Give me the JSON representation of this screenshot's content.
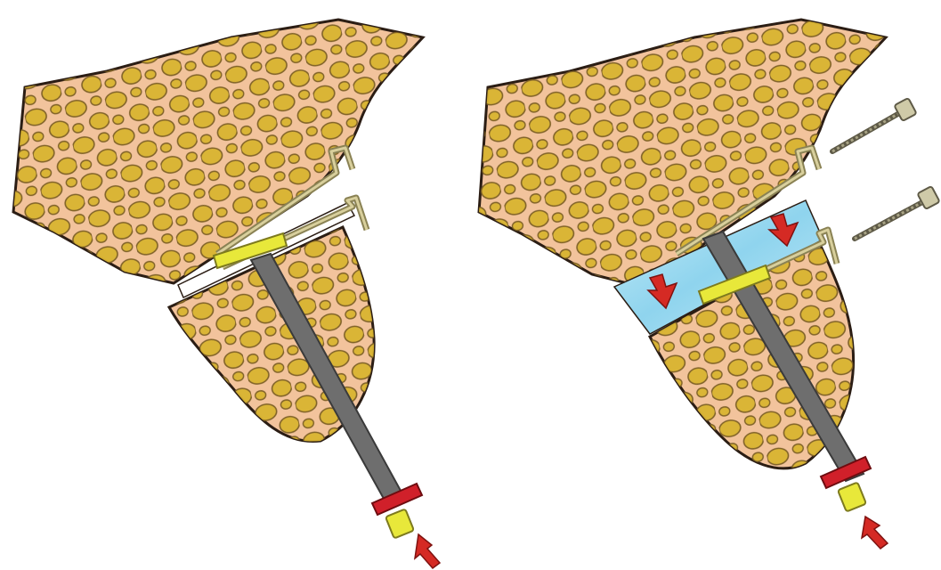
{
  "figure": {
    "panels": [
      {
        "id": "left",
        "state": "before-distraction",
        "distraction_gap_visible": false,
        "screws_shown": false
      },
      {
        "id": "right",
        "state": "after-distraction",
        "distraction_gap_visible": true,
        "screws_shown": true
      }
    ]
  },
  "colors": {
    "bone": "#f2c39c",
    "bone_outline": "#2b1d14",
    "cancellous_spot": "#d9b431",
    "cancellous_spot_edge": "#7a5d22",
    "rod": "#6e6e6e",
    "rod_edge": "#3a3a3a",
    "plate": "#e8e83a",
    "plate_edge": "#7d7a1e",
    "bracket": "#c2b98a",
    "nut": "#d0202a",
    "arrow": "#d52a24",
    "regenerate_gap": "#9fdcf0",
    "screw": "#8a8670"
  }
}
